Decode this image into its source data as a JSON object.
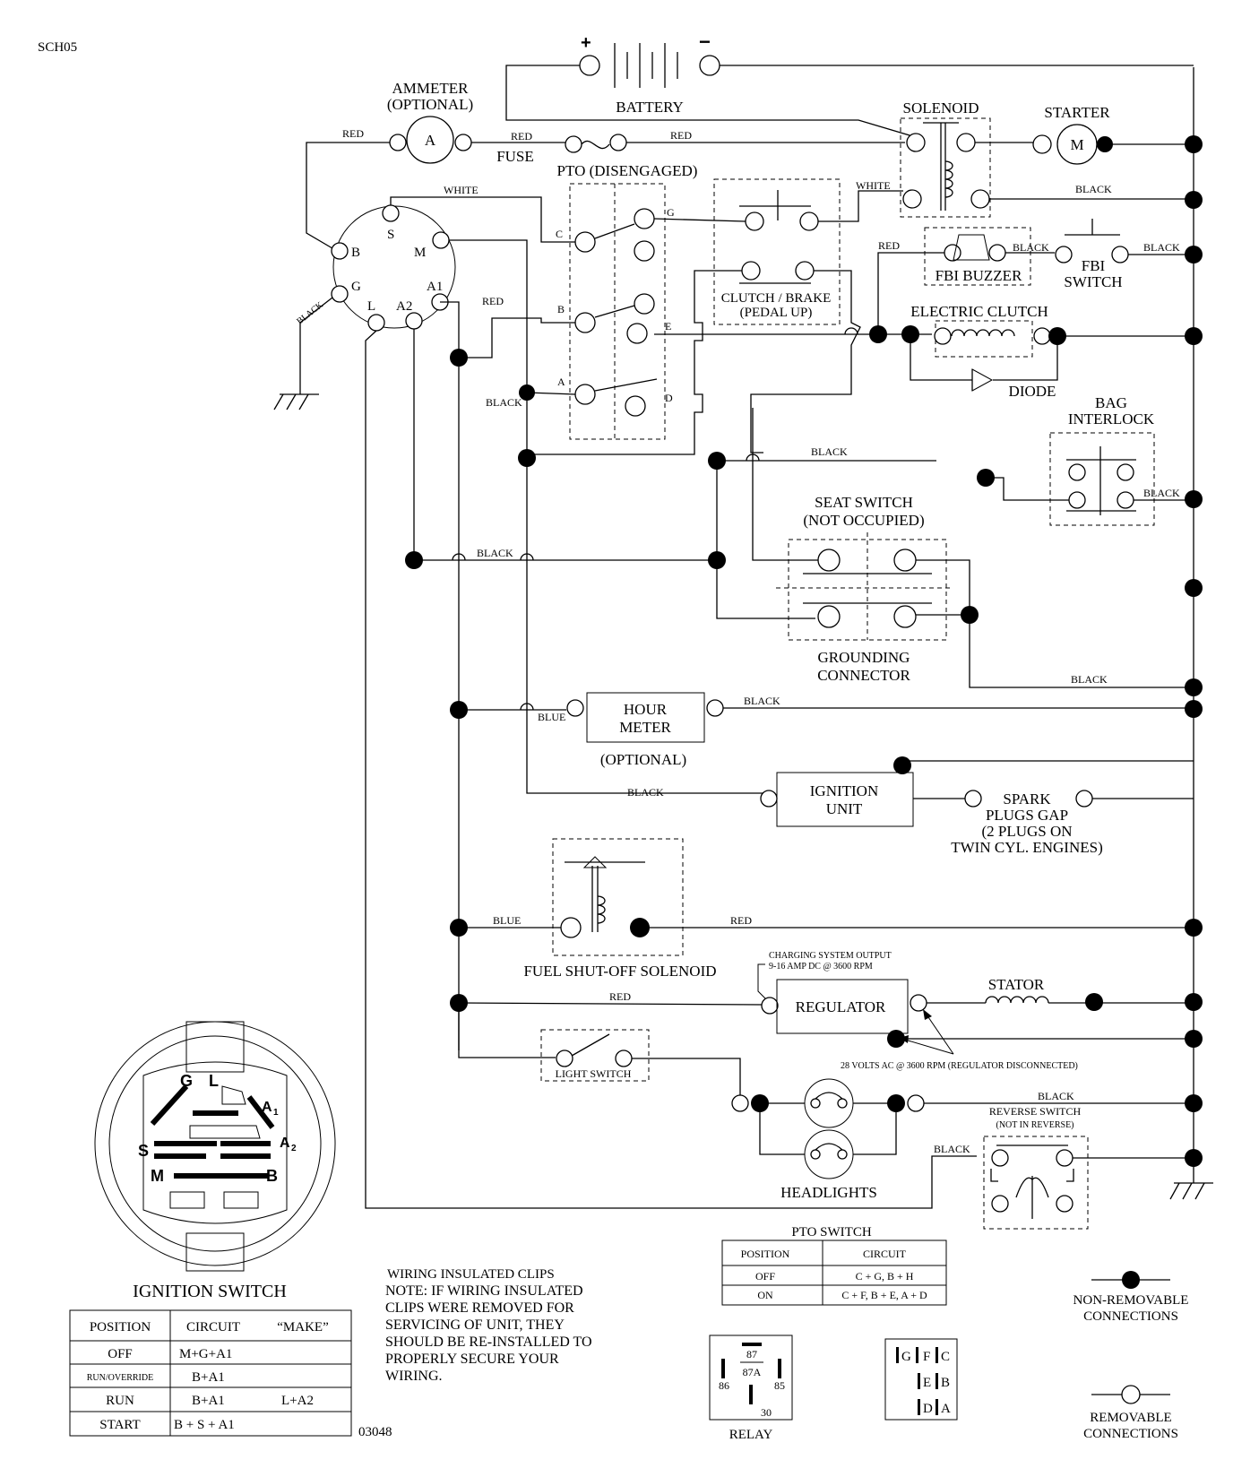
{
  "diagram": {
    "code": "SCH05",
    "drawing_number": "03048",
    "components": {
      "battery": "BATTERY",
      "battery_plus": "+",
      "battery_minus": "−",
      "ammeter": "AMMETER",
      "ammeter_optional": "(OPTIONAL)",
      "ammeter_symbol": "A",
      "fuse": "FUSE",
      "solenoid": "SOLENOID",
      "starter": "STARTER",
      "starter_symbol": "M",
      "pto_disengaged": "PTO (DISENGAGED)",
      "clutch_brake_1": "CLUTCH / BRAKE",
      "clutch_brake_2": "(PEDAL UP)",
      "fbi_buzzer": "FBI BUZZER",
      "fbi_switch_1": "FBI",
      "fbi_switch_2": "SWITCH",
      "electric_clutch": "ELECTRIC CLUTCH",
      "diode": "DIODE",
      "bag_interlock_1": "BAG",
      "bag_interlock_2": "INTERLOCK",
      "seat_switch_1": "SEAT SWITCH",
      "seat_switch_2": "(NOT OCCUPIED)",
      "grounding_1": "GROUNDING",
      "grounding_2": "CONNECTOR",
      "hour_meter_1": "HOUR",
      "hour_meter_2": "METER",
      "hour_meter_optional": "(OPTIONAL)",
      "ignition_unit_1": "IGNITION",
      "ignition_unit_2": "UNIT",
      "spark_1": "SPARK",
      "spark_2": "PLUGS GAP",
      "spark_3": "(2 PLUGS ON",
      "spark_4": "TWIN CYL. ENGINES)",
      "fuel_solenoid": "FUEL SHUT-OFF SOLENOID",
      "charging_1": "CHARGING SYSTEM OUTPUT",
      "charging_2": "9-16 AMP DC @ 3600 RPM",
      "regulator": "REGULATOR",
      "stator": "STATOR",
      "volts_note": "28 VOLTS AC @ 3600 RPM (REGULATOR DISCONNECTED)",
      "light_switch": "LIGHT SWITCH",
      "headlights": "HEADLIGHTS",
      "reverse_1": "REVERSE SWITCH",
      "reverse_2": "(NOT IN REVERSE)",
      "relay": "RELAY",
      "ignition_switch": "IGNITION SWITCH"
    },
    "ignition_terminals": {
      "s": "S",
      "m": "M",
      "b": "B",
      "g": "G",
      "a1": "A1",
      "a2": "A2",
      "l": "L"
    },
    "pto_terminals": {
      "c": "C",
      "g": "G",
      "b": "B",
      "e": "E",
      "a": "A",
      "d": "D"
    },
    "wire_colors": {
      "red": "RED",
      "white": "WHITE",
      "black": "BLACK",
      "blue": "BLUE"
    },
    "relay_pins": {
      "p87": "87",
      "p87a": "87A",
      "p86": "86",
      "p85": "85",
      "p30": "30"
    },
    "pto_connector": [
      "G",
      "F",
      "C",
      "E",
      "B",
      "D",
      "A"
    ],
    "switch_face": {
      "g": "G",
      "l": "L",
      "a1": "A",
      "a1_sub": "1",
      "s": "S",
      "a2": "A",
      "a2_sub": "2",
      "m": "M",
      "b": "B"
    },
    "legend": {
      "non_removable_1": "NON-REMOVABLE",
      "non_removable_2": "CONNECTIONS",
      "removable_1": "REMOVABLE",
      "removable_2": "CONNECTIONS"
    },
    "note": {
      "title": "WIRING INSULATED CLIPS",
      "lines": [
        "NOTE:  IF WIRING INSULATED",
        "CLIPS WERE REMOVED FOR",
        "SERVICING OF UNIT, THEY",
        "SHOULD BE RE-INSTALLED TO",
        "PROPERLY SECURE YOUR",
        "WIRING."
      ]
    }
  },
  "pto_switch_table": {
    "title": "PTO SWITCH",
    "headers": [
      "POSITION",
      "CIRCUIT"
    ],
    "rows": [
      [
        "OFF",
        "C + G, B + H"
      ],
      [
        "ON",
        "C + F, B + E, A + D"
      ]
    ]
  },
  "ignition_switch_table": {
    "headers": [
      "POSITION",
      "CIRCUIT",
      "“MAKE”"
    ],
    "rows": [
      [
        "OFF",
        "M+G+A1",
        ""
      ],
      [
        "RUN/OVERRIDE",
        "B+A1",
        ""
      ],
      [
        "RUN",
        "B+A1",
        "L+A2"
      ],
      [
        "START",
        "B + S + A1",
        ""
      ]
    ]
  }
}
